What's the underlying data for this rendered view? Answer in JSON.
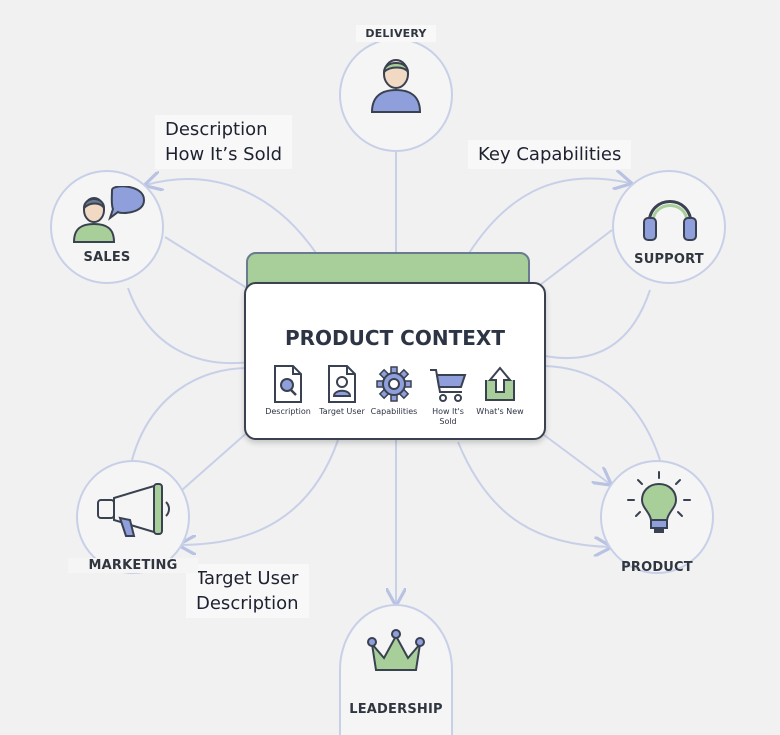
{
  "folder": {
    "title": "PRODUCT CONTEXT",
    "items": [
      {
        "label": "Description",
        "icon": "search-document-icon"
      },
      {
        "label": "Target User",
        "icon": "user-document-icon"
      },
      {
        "label": "Capabilities",
        "icon": "gear-icon"
      },
      {
        "label": "How It's Sold",
        "icon": "cart-icon"
      },
      {
        "label": "What's New",
        "icon": "upload-icon"
      }
    ]
  },
  "nodes": {
    "delivery": {
      "label": "DELIVERY",
      "icon": "person-icon"
    },
    "sales": {
      "label": "SALES",
      "icon": "person-speech-icon"
    },
    "support": {
      "label": "SUPPORT",
      "icon": "headphones-icon"
    },
    "marketing": {
      "label": "MARKETING",
      "icon": "megaphone-icon"
    },
    "product": {
      "label": "PRODUCT",
      "icon": "lightbulb-icon"
    },
    "leadership": {
      "label": "LEADERSHIP",
      "icon": "crown-icon"
    }
  },
  "notes": {
    "sales": [
      "Description",
      "How It’s Sold"
    ],
    "support": [
      "Key Capabilities"
    ],
    "marketing": [
      "Target User",
      "Description"
    ]
  },
  "colors": {
    "accent_green": "#a8cf9a",
    "accent_blue": "#8f9fdc",
    "line": "#c8d0e8"
  }
}
